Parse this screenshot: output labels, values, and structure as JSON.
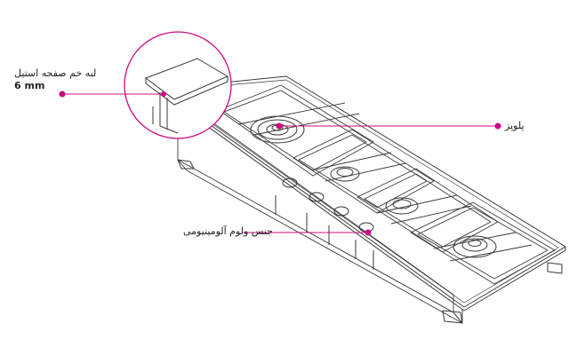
{
  "colors": {
    "accent": "#cc0a84",
    "line": "#3a3a3a",
    "background": "#ffffff"
  },
  "callouts": {
    "edge": {
      "text": "لبه خم صفحه استیل",
      "sub": "6 mm"
    },
    "burner_cap": {
      "text": "پلوپز"
    },
    "valve_material": {
      "text": "جنس ولوم آلومینیومی"
    }
  }
}
